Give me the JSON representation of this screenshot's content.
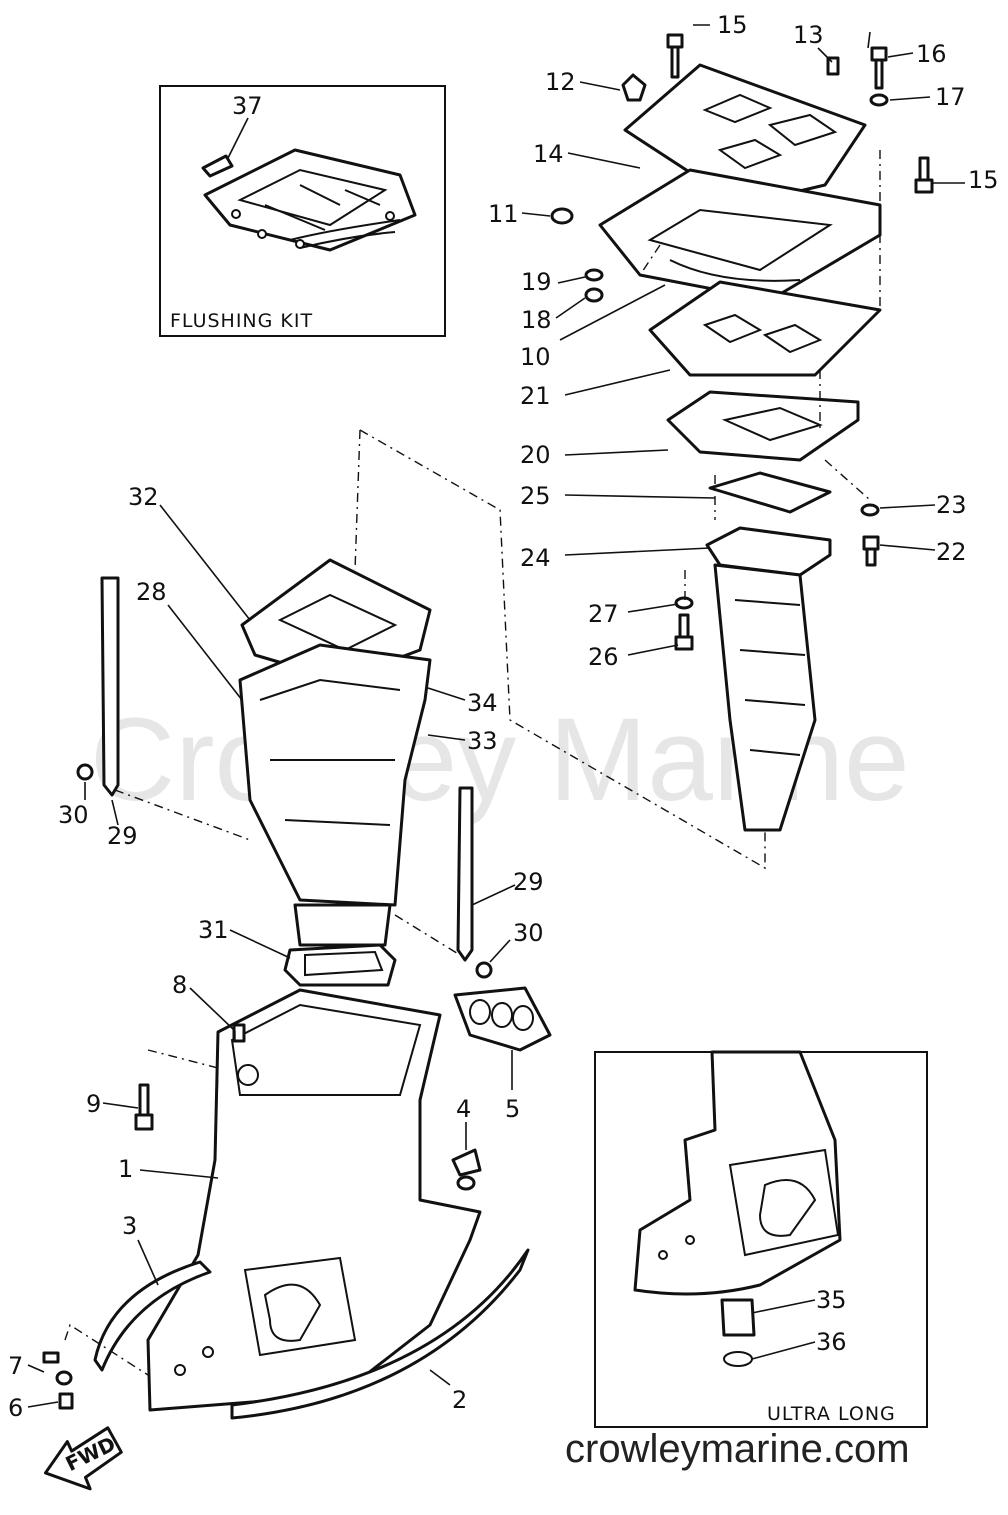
{
  "watermark": "Crowley Marine",
  "website": "crowleymarine.com",
  "insets": {
    "flushing_kit": "FLUSHING KIT",
    "ultra_long": "ULTRA LONG"
  },
  "fwd_label": "FWD",
  "callouts": {
    "c1": "1",
    "c2": "2",
    "c3": "3",
    "c4": "4",
    "c5": "5",
    "c6": "6",
    "c7": "7",
    "c8": "8",
    "c9": "9",
    "c10": "10",
    "c11": "11",
    "c12": "12",
    "c13": "13",
    "c14": "14",
    "c15a": "15",
    "c15b": "15",
    "c16": "16",
    "c17": "17",
    "c18": "18",
    "c19": "19",
    "c20": "20",
    "c21": "21",
    "c22": "22",
    "c23": "23",
    "c24": "24",
    "c25": "25",
    "c26": "26",
    "c27": "27",
    "c28": "28",
    "c29a": "29",
    "c29b": "29",
    "c30a": "30",
    "c30b": "30",
    "c31": "31",
    "c32": "32",
    "c33": "33",
    "c34": "34",
    "c35": "35",
    "c36": "36",
    "c37": "37"
  }
}
